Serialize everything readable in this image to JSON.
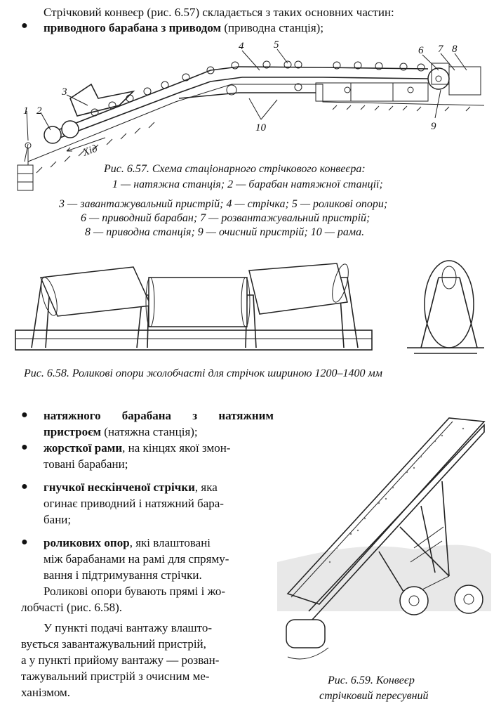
{
  "intro": {
    "line": "Стрічковий конвеєр (рис. 6.57) складається з таких основних частин:",
    "item1_bold": "приводного барабана з приводом",
    "item1_rest": " (приводна станція);"
  },
  "fig57": {
    "labels": [
      "1",
      "2",
      "3",
      "4",
      "5",
      "6",
      "7",
      "8",
      "9",
      "10"
    ],
    "hod": "Хід",
    "caption": {
      "l1": "Рис. 6.57. Схема стаціонарного стрічкового конвеєра:",
      "l2": "1 — натяжна станція; 2 — барабан натяжної станції;",
      "l3": "3 — завантажувальний пристрій; 4 — стрічка; 5 — роликові опори;",
      "l4": "6 — приводний барабан; 7 — розвантажувальний пристрій;",
      "l5": "8 — приводна станція; 9 — очисний пристрій; 10 — рама."
    }
  },
  "fig58": {
    "caption": "Рис. 6.58. Роликові опори жолобчасті для стрічок шириною 1200–1400 мм"
  },
  "list": {
    "i2_bold": "натяжного барабана з натяжним",
    "i2_bold2": "пристроєм",
    "i2_rest": " (натяжна станція);",
    "i3_bold": "жорсткої рами",
    "i3_rest": ", на кінцях якої змон-",
    "i3_l2": "товані барабани;",
    "i4_bold": "гнучкої нескінченої стрічки",
    "i4_rest": ", яка",
    "i4_l2": "огинає приводний і натяжний бара-",
    "i4_l3": "бани;",
    "i5_bold": "роликових опор",
    "i5_rest": ", які влаштовані",
    "i5_l2": "між барабанами на рамі для спряму-",
    "i5_l3": "вання і підтримування стрічки."
  },
  "para1": {
    "l1": "Роликові опори бувають прямі і жо-",
    "l2": "лобчасті (рис. 6.58)."
  },
  "para2": {
    "l1": "У пункті подачі вантажу влашто-",
    "l2": "вується завантажувальний пристрій,",
    "l3": "а у пункті прийому вантажу — розван-",
    "l4": "тажувальний пристрій з очисним ме-",
    "l5": "ханізмом."
  },
  "fig59": {
    "caption_l1": "Рис. 6.59. Конвеєр",
    "caption_l2": "стрічковий пересувний"
  }
}
